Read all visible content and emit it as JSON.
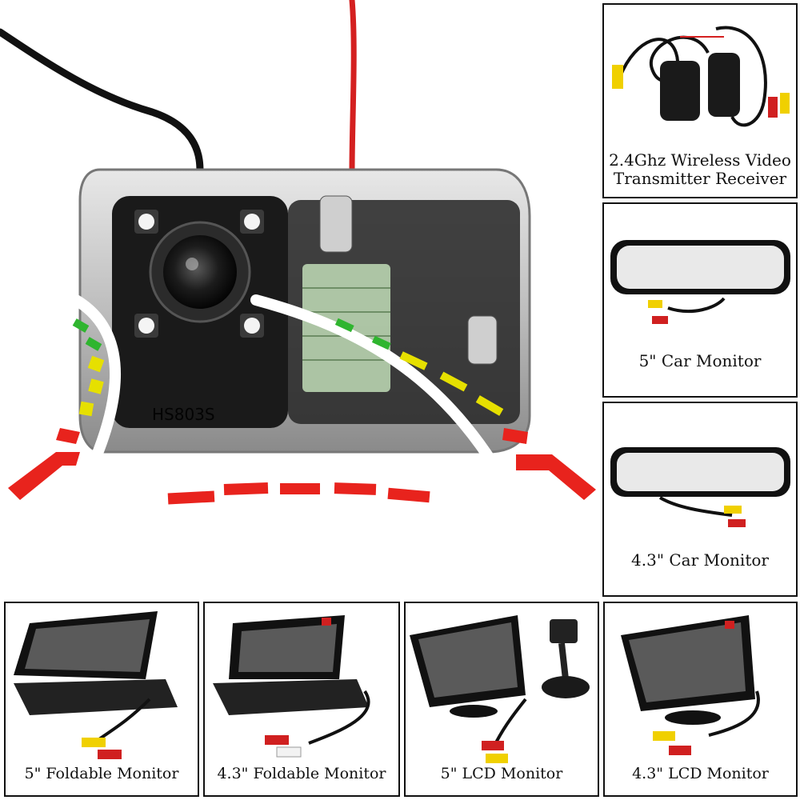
{
  "panels": {
    "wireless": {
      "caption_line1": "2.4Ghz Wireless Video",
      "caption_line2": "Transmitter Receiver"
    },
    "car_monitor_5": {
      "caption": "5\" Car Monitor"
    },
    "car_monitor_43": {
      "caption": "4.3\" Car Monitor"
    },
    "foldable_5": {
      "caption": "5\" Foldable Monitor"
    },
    "foldable_43": {
      "caption": "4.3\" Foldable Monitor"
    },
    "lcd_5": {
      "caption": "5\" LCD Monitor"
    },
    "lcd_43": {
      "caption": "4.3\" LCD Monitor"
    }
  },
  "camera": {
    "housing_marking": "HS803S"
  },
  "colors": {
    "guideline_red": "#e8231d",
    "guideline_yellow": "#e6e000",
    "guideline_green": "#2fb52f",
    "cable_red": "#d42020",
    "rca_yellow": "#f0d000",
    "rca_red": "#d02020",
    "rca_white": "#f2f2f2"
  }
}
